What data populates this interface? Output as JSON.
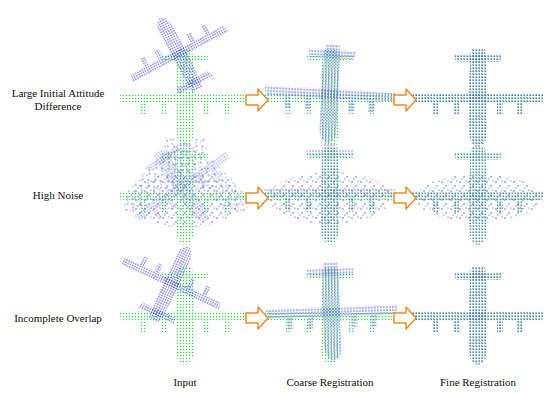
{
  "diagram": {
    "labels": [
      "Large Initial Attitude Difference",
      "High Noise",
      "Incomplete Overlap",
      "Input",
      "Coarse Registration",
      "Fine Registration"
    ]
  }
}
